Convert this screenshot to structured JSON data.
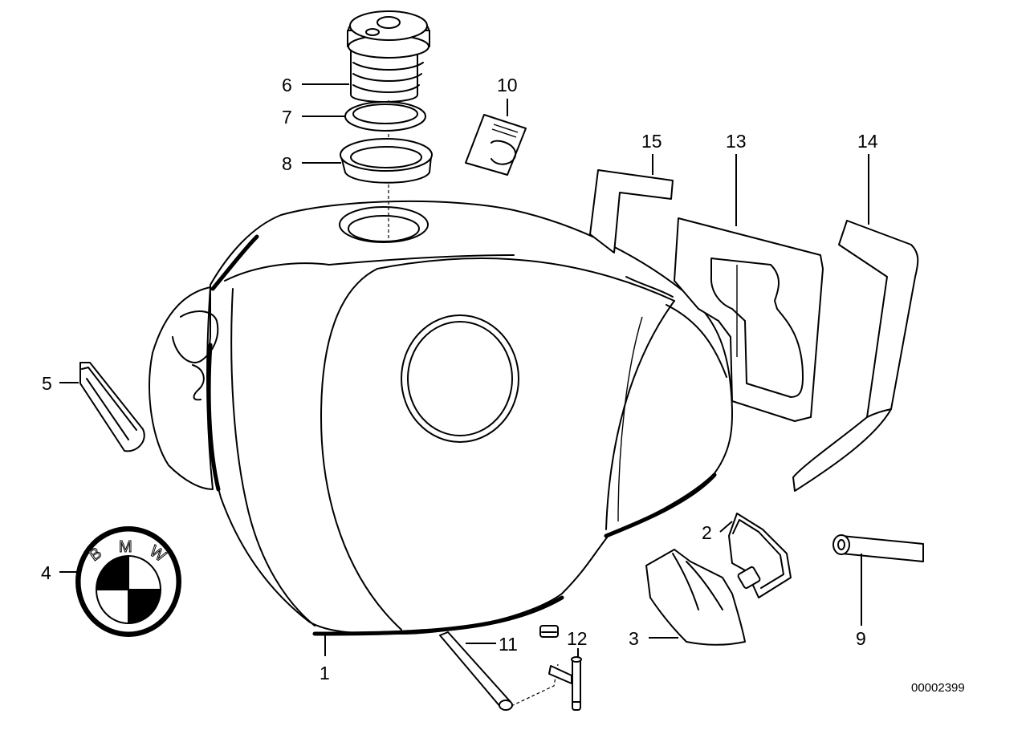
{
  "diagram": {
    "reference_number": "00002399",
    "emblem_lettering": [
      "B",
      "M",
      "W"
    ],
    "callouts": [
      {
        "id": "c1",
        "label": "1"
      },
      {
        "id": "c2",
        "label": "2"
      },
      {
        "id": "c3",
        "label": "3"
      },
      {
        "id": "c4",
        "label": "4"
      },
      {
        "id": "c5",
        "label": "5"
      },
      {
        "id": "c6",
        "label": "6"
      },
      {
        "id": "c7",
        "label": "7"
      },
      {
        "id": "c8",
        "label": "8"
      },
      {
        "id": "c9",
        "label": "9"
      },
      {
        "id": "c10",
        "label": "10"
      },
      {
        "id": "c11",
        "label": "11"
      },
      {
        "id": "c12",
        "label": "12"
      },
      {
        "id": "c13",
        "label": "13"
      },
      {
        "id": "c14",
        "label": "14"
      },
      {
        "id": "c15",
        "label": "15"
      }
    ]
  }
}
